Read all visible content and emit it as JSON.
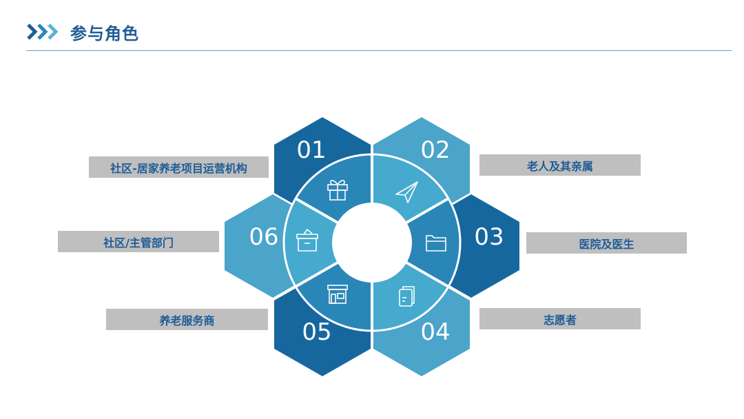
{
  "header": {
    "title": "参与角色"
  },
  "roles": [
    {
      "num": "01",
      "label": "社区-居家养老项目运营机构",
      "icon": "gift-icon"
    },
    {
      "num": "02",
      "label": "老人及其亲属",
      "icon": "paper-plane-icon"
    },
    {
      "num": "03",
      "label": "医院及医生",
      "icon": "folder-icon"
    },
    {
      "num": "04",
      "label": "志愿者",
      "icon": "documents-icon"
    },
    {
      "num": "05",
      "label": "养老服务商",
      "icon": "storefront-icon"
    },
    {
      "num": "06",
      "label": "社区/主管部门",
      "icon": "box-icon"
    }
  ],
  "colors": {
    "dark": "#17679F",
    "mid": "#3A8DBD",
    "light": "#4BA4C9",
    "center": "#2B86B8",
    "label_bg": "#BFBFBF",
    "label_text": "#1F5C96",
    "title": "#1F5C96"
  }
}
